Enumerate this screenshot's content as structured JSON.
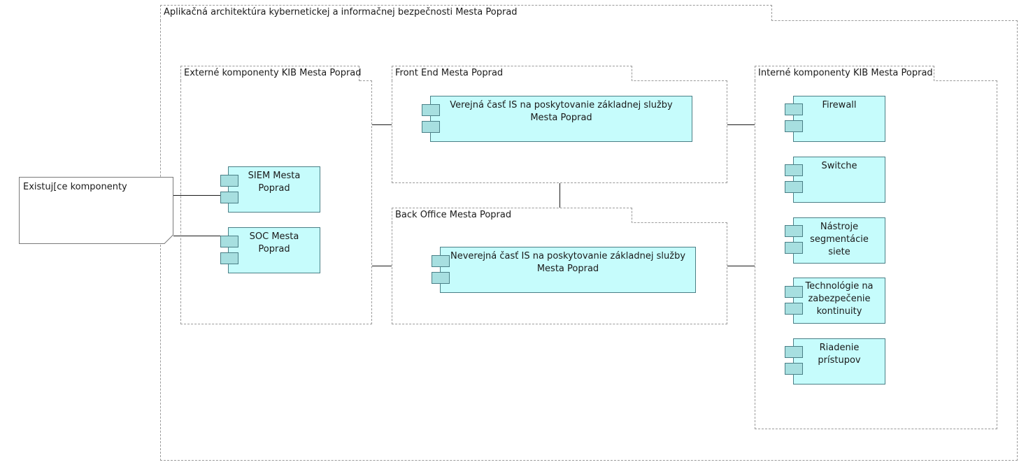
{
  "main": {
    "title": "Aplikačná architektúra kybernetickej a informačnej bezpečnosti Mesta Poprad"
  },
  "note": {
    "text": "Existuj[ce komponenty"
  },
  "external": {
    "title": "Externé komponenty KIB Mesta Poprad",
    "items": [
      "SIEM Mesta Poprad",
      "SOC Mesta Poprad"
    ]
  },
  "frontend": {
    "title": "Front End Mesta Poprad",
    "component": "Verejná časť IS na poskytovanie základnej služby Mesta Poprad"
  },
  "backoffice": {
    "title": "Back Office Mesta Poprad",
    "component": "Neverejná časť IS na poskytovanie základnej služby Mesta Poprad"
  },
  "internal": {
    "title": "Interné komponenty KIB Mesta Poprad",
    "items": [
      "Firewall",
      "Switche",
      "Nástroje segmentácie siete",
      "Technológie na zabezpečenie kontinuity",
      "Riadenie prístupov"
    ]
  },
  "colors": {
    "component_fill": "#c6fcfc",
    "port_fill": "#a7dfe0",
    "border": "#4a7f86"
  }
}
